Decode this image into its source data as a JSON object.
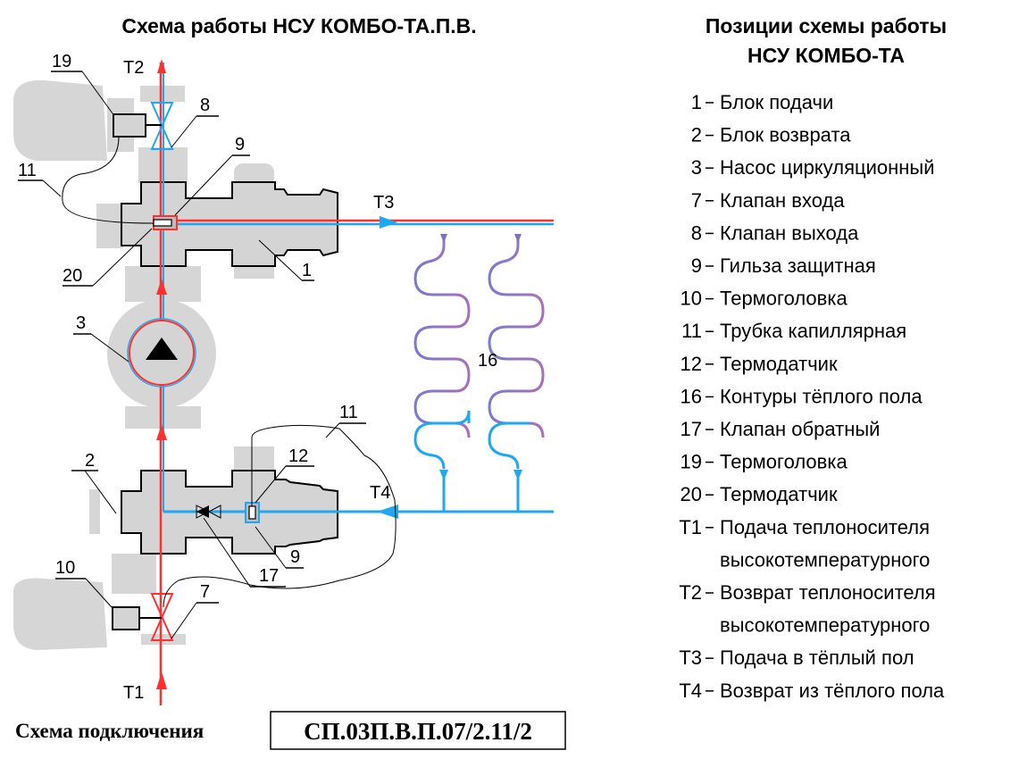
{
  "diagram_title": "Схема работы НСУ КОМБО-ТА.П.В.",
  "legend_title": [
    "Позиции схемы работы",
    "НСУ КОМБО-ТА"
  ],
  "labels": {
    "t1": "T1",
    "t2": "T2",
    "t3": "T3",
    "t4": "T4",
    "p1": "1",
    "p2": "2",
    "p3": "3",
    "p7": "7",
    "p8": "8",
    "p9a": "9",
    "p9b": "9",
    "p10": "10",
    "p11a": "11",
    "p11b": "11",
    "p12": "12",
    "p16": "16",
    "p17": "17",
    "p19": "19",
    "p20": "20"
  },
  "legend": [
    {
      "num": "1",
      "text": "Блок подачи"
    },
    {
      "num": "2",
      "text": "Блок возврата"
    },
    {
      "num": "3",
      "text": "Насос циркуляционный"
    },
    {
      "num": "7",
      "text": "Клапан входа"
    },
    {
      "num": "8",
      "text": "Клапан выхода"
    },
    {
      "num": "9",
      "text": "Гильза защитная"
    },
    {
      "num": "10",
      "text": "Термоголовка"
    },
    {
      "num": "11",
      "text": "Трубка капиллярная"
    },
    {
      "num": "12",
      "text": "Термодатчик"
    },
    {
      "num": "16",
      "text": "Контуры тёплого пола"
    },
    {
      "num": "17",
      "text": "Клапан обратный"
    },
    {
      "num": "19",
      "text": "Термоголовка"
    },
    {
      "num": "20",
      "text": "Термодатчик"
    },
    {
      "num": "T1",
      "text": "Подача теплоносителя",
      "text2": "высокотемпературного"
    },
    {
      "num": "T2",
      "text": "Возврат теплоносителя",
      "text2": "высокотемпературного"
    },
    {
      "num": "T3",
      "text": "Подача в тёплый пол"
    },
    {
      "num": "T4",
      "text": "Возврат из тёплого пола"
    }
  ],
  "footer": {
    "label": "Схема подключения",
    "code": "СП.03П.В.П.07/2.11/2"
  },
  "colors": {
    "supply": "#ff3030",
    "return": "#1ea8f0",
    "body": "#d4d4d4"
  }
}
